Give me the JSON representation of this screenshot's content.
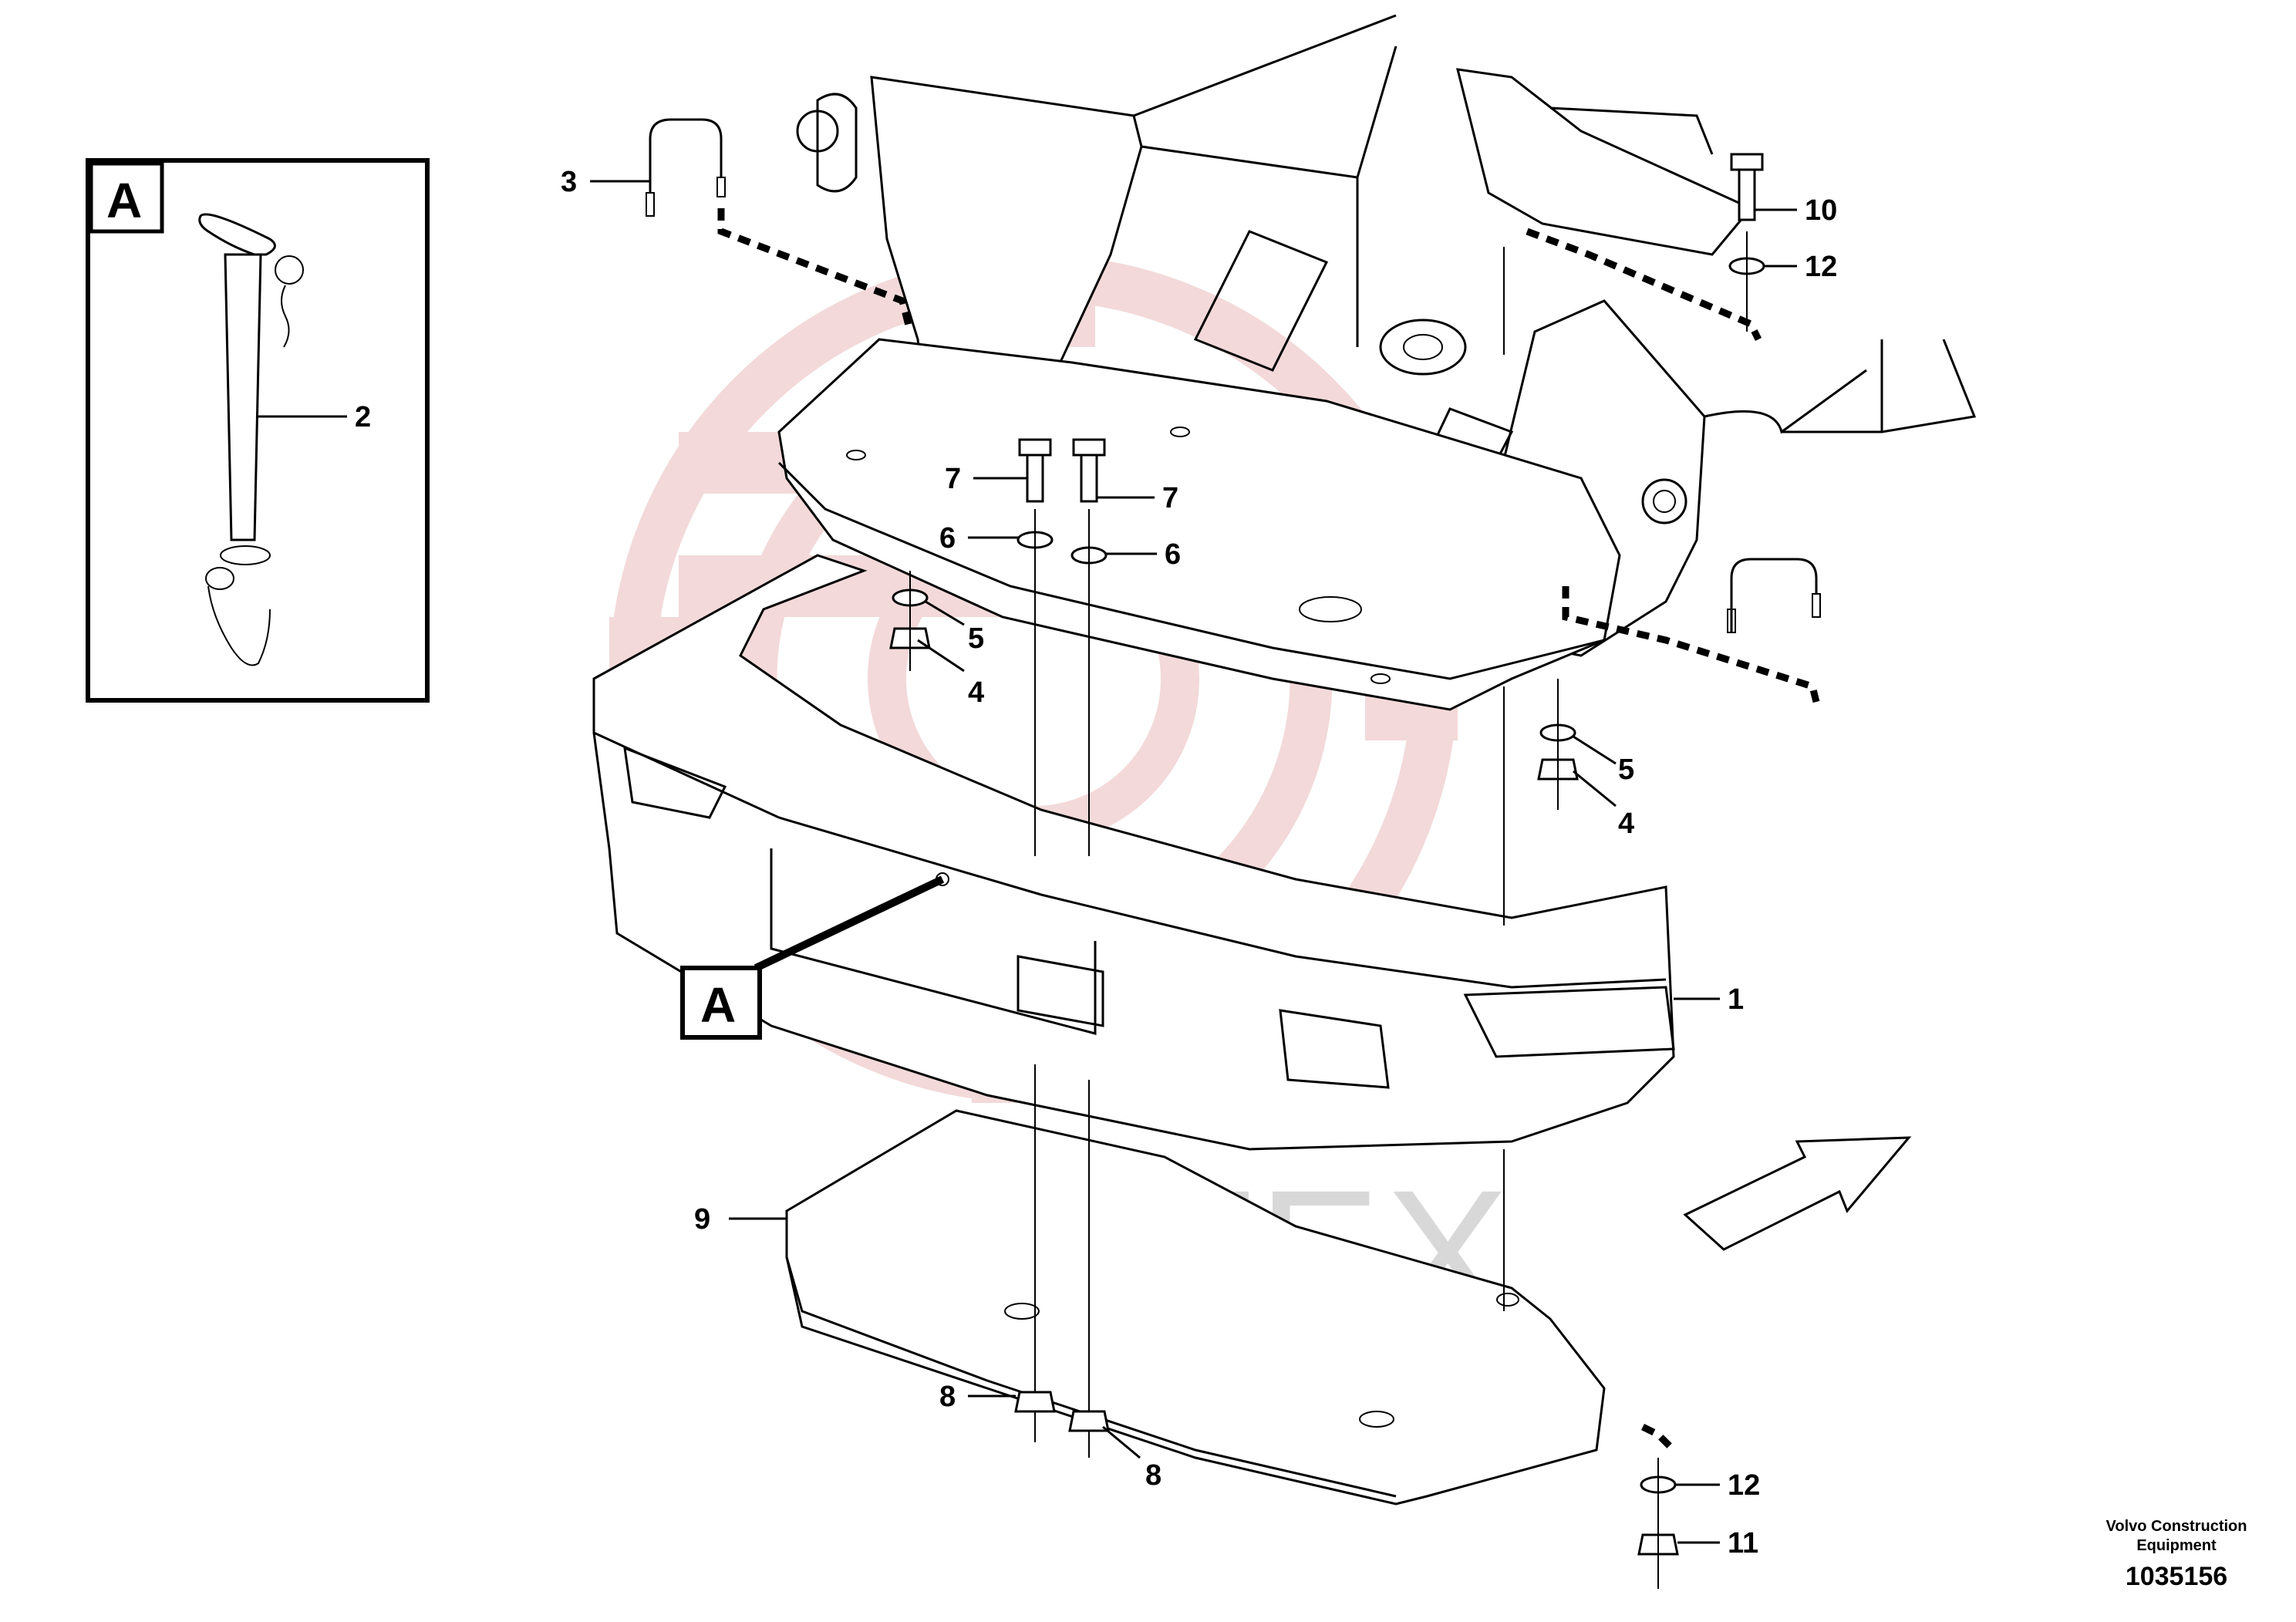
{
  "detail_label": "A",
  "callout_label": "A",
  "watermark": "ИНТЕХ",
  "labels": {
    "p1": "1",
    "p2": "2",
    "p3": "3",
    "p4a": "4",
    "p4b": "4",
    "p5a": "5",
    "p5b": "5",
    "p6a": "6",
    "p6b": "6",
    "p7a": "7",
    "p7b": "7",
    "p8a": "8",
    "p8b": "8",
    "p9": "9",
    "p10": "10",
    "p11": "11",
    "p12a": "12",
    "p12b": "12"
  },
  "footer": {
    "company_line1": "Volvo Construction",
    "company_line2": "Equipment",
    "drawing_number": "1035156"
  },
  "colors": {
    "watermark_red": "#e8b4b4",
    "watermark_gray": "#d8d8d8",
    "ink": "#000000"
  }
}
